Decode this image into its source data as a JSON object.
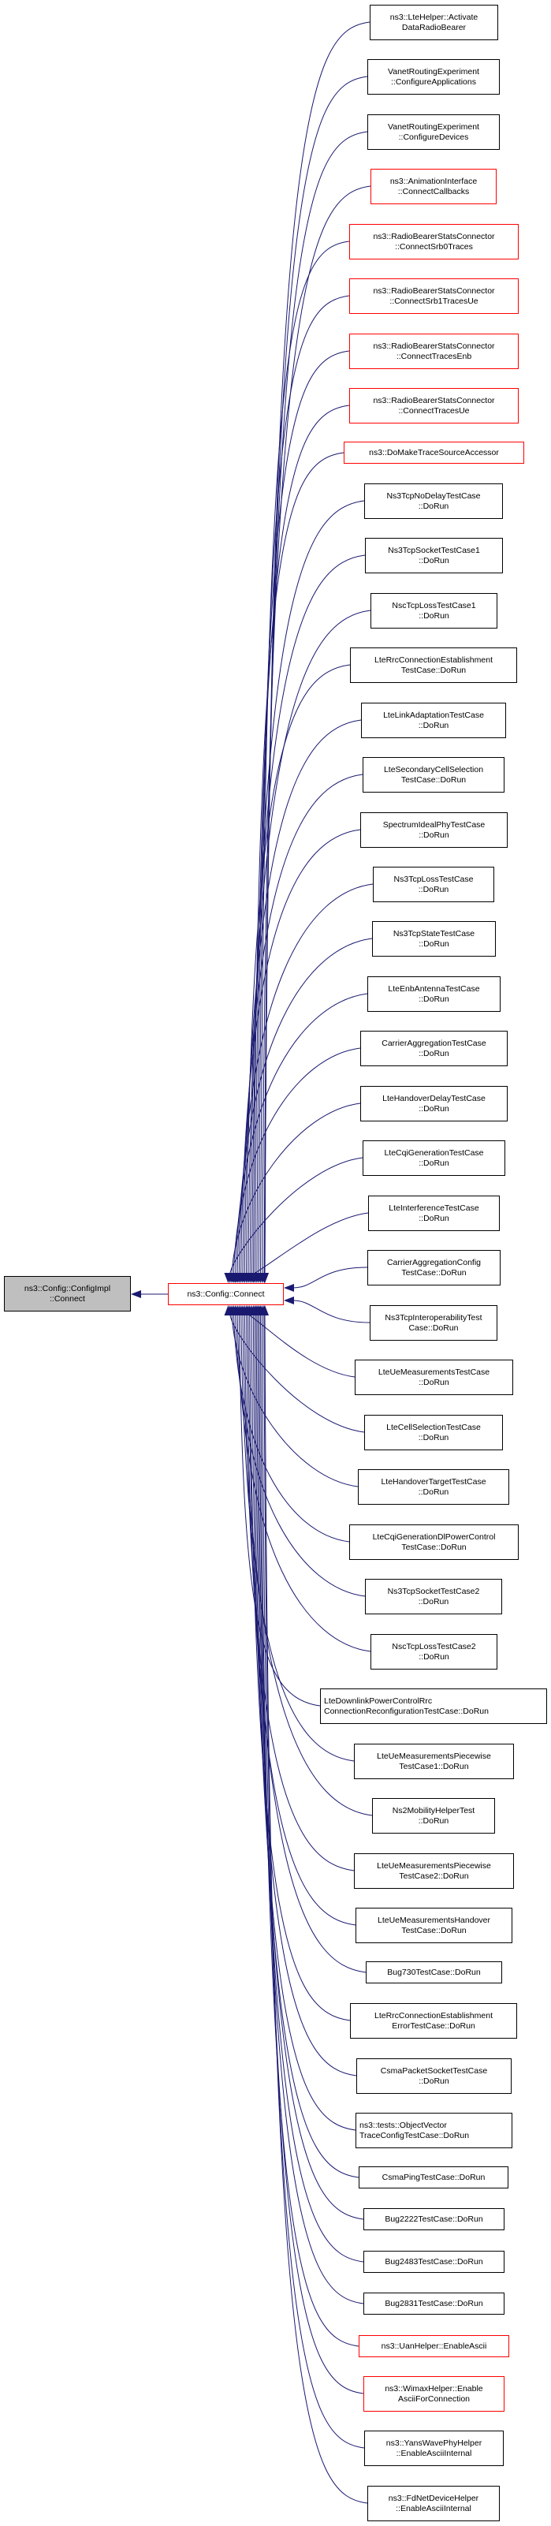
{
  "diagram": {
    "type": "call-graph (caller graph)",
    "edge_color": "#191970",
    "root": {
      "label": "ns3::Config::ConfigImpl\n::Connect",
      "fill": "#bfbfbf"
    },
    "hub": {
      "label": "ns3::Config::Connect",
      "border": "#ff0000"
    },
    "callers": [
      {
        "label": "ns3::LteHelper::Activate\nDataRadioBearer",
        "red": false
      },
      {
        "label": "VanetRoutingExperiment\n::ConfigureApplications",
        "red": false
      },
      {
        "label": "VanetRoutingExperiment\n::ConfigureDevices",
        "red": false
      },
      {
        "label": "ns3::AnimationInterface\n::ConnectCallbacks",
        "red": true
      },
      {
        "label": "ns3::RadioBearerStatsConnector\n::ConnectSrb0Traces",
        "red": true
      },
      {
        "label": "ns3::RadioBearerStatsConnector\n::ConnectSrb1TracesUe",
        "red": true
      },
      {
        "label": "ns3::RadioBearerStatsConnector\n::ConnectTracesEnb",
        "red": true
      },
      {
        "label": "ns3::RadioBearerStatsConnector\n::ConnectTracesUe",
        "red": true
      },
      {
        "label": "ns3::DoMakeTraceSourceAccessor",
        "red": true
      },
      {
        "label": "Ns3TcpNoDelayTestCase\n::DoRun",
        "red": false
      },
      {
        "label": "Ns3TcpSocketTestCase1\n::DoRun",
        "red": false
      },
      {
        "label": "NscTcpLossTestCase1\n::DoRun",
        "red": false
      },
      {
        "label": "LteRrcConnectionEstablishment\nTestCase::DoRun",
        "red": false
      },
      {
        "label": "LteLinkAdaptationTestCase\n::DoRun",
        "red": false
      },
      {
        "label": "LteSecondaryCellSelection\nTestCase::DoRun",
        "red": false
      },
      {
        "label": "SpectrumIdealPhyTestCase\n::DoRun",
        "red": false
      },
      {
        "label": "Ns3TcpLossTestCase\n::DoRun",
        "red": false
      },
      {
        "label": "Ns3TcpStateTestCase\n::DoRun",
        "red": false
      },
      {
        "label": "LteEnbAntennaTestCase\n::DoRun",
        "red": false
      },
      {
        "label": "CarrierAggregationTestCase\n::DoRun",
        "red": false
      },
      {
        "label": "LteHandoverDelayTestCase\n::DoRun",
        "red": false
      },
      {
        "label": "LteCqiGenerationTestCase\n::DoRun",
        "red": false
      },
      {
        "label": "LteInterferenceTestCase\n::DoRun",
        "red": false
      },
      {
        "label": "CarrierAggregationConfig\nTestCase::DoRun",
        "red": false
      },
      {
        "label": "Ns3TcpInteroperabilityTest\nCase::DoRun",
        "red": false
      },
      {
        "label": "LteUeMeasurementsTestCase\n::DoRun",
        "red": false
      },
      {
        "label": "LteCellSelectionTestCase\n::DoRun",
        "red": false
      },
      {
        "label": "LteHandoverTargetTestCase\n::DoRun",
        "red": false
      },
      {
        "label": "LteCqiGenerationDlPowerControl\nTestCase::DoRun",
        "red": false
      },
      {
        "label": "Ns3TcpSocketTestCase2\n::DoRun",
        "red": false
      },
      {
        "label": "NscTcpLossTestCase2\n::DoRun",
        "red": false
      },
      {
        "label": "LteDownlinkPowerControlRrc\nConnectionReconfigurationTestCase::DoRun",
        "red": false,
        "left": true
      },
      {
        "label": "LteUeMeasurementsPiecewise\nTestCase1::DoRun",
        "red": false
      },
      {
        "label": "Ns2MobilityHelperTest\n::DoRun",
        "red": false
      },
      {
        "label": "LteUeMeasurementsPiecewise\nTestCase2::DoRun",
        "red": false
      },
      {
        "label": "LteUeMeasurementsHandover\nTestCase::DoRun",
        "red": false
      },
      {
        "label": "Bug730TestCase::DoRun",
        "red": false
      },
      {
        "label": "LteRrcConnectionEstablishment\nErrorTestCase::DoRun",
        "red": false
      },
      {
        "label": "CsmaPacketSocketTestCase\n::DoRun",
        "red": false
      },
      {
        "label": "ns3::tests::ObjectVector\nTraceConfigTestCase::DoRun",
        "red": false,
        "left": true
      },
      {
        "label": "CsmaPingTestCase::DoRun",
        "red": false
      },
      {
        "label": "Bug2222TestCase::DoRun",
        "red": false
      },
      {
        "label": "Bug2483TestCase::DoRun",
        "red": false
      },
      {
        "label": "Bug2831TestCase::DoRun",
        "red": false
      },
      {
        "label": "ns3::UanHelper::EnableAscii",
        "red": true
      },
      {
        "label": "ns3::WimaxHelper::Enable\nAsciiForConnection",
        "red": true
      },
      {
        "label": "ns3::YansWavePhyHelper\n::EnableAsciiInternal",
        "red": false
      },
      {
        "label": "ns3::FdNetDeviceHelper\n::EnableAsciiInternal",
        "red": false
      }
    ]
  }
}
